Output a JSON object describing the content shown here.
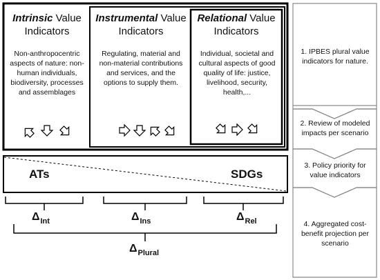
{
  "intrinsic": {
    "title_em": "Intrinsic",
    "title_rest": " Value",
    "title_line2": "Indicators",
    "description": "Non-anthropocentric aspects of nature: non-human individuals, biodiversity, processes and assemblages"
  },
  "instrumental": {
    "title_em": "Instrumental",
    "title_rest": " Value",
    "title_line2": "Indicators",
    "description": "Regulating, material and non-material contributions and services, and the options to supply them."
  },
  "relational": {
    "title_em": "Relational",
    "title_rest": " Value",
    "title_line2": "Indicators",
    "description": "Individual, societal and cultural aspects of good quality of life: justice, livelihood, security, health,..."
  },
  "band": {
    "left_label": "ATs",
    "right_label": "SDGs"
  },
  "deltas": {
    "int": {
      "symbol": "Δ",
      "sub": "Int"
    },
    "ins": {
      "symbol": "Δ",
      "sub": "Ins"
    },
    "rel": {
      "symbol": "Δ",
      "sub": "Rel"
    },
    "plural": {
      "symbol": "Δ",
      "sub": "Plural"
    }
  },
  "steps": [
    {
      "label": "1. IPBES plural value indicators for nature."
    },
    {
      "label": "2. Review of modeled impacts per scenario"
    },
    {
      "label": "3. Policy priority for value indicators"
    },
    {
      "label": "4. Aggregated cost-benefit projection per scenario"
    }
  ]
}
